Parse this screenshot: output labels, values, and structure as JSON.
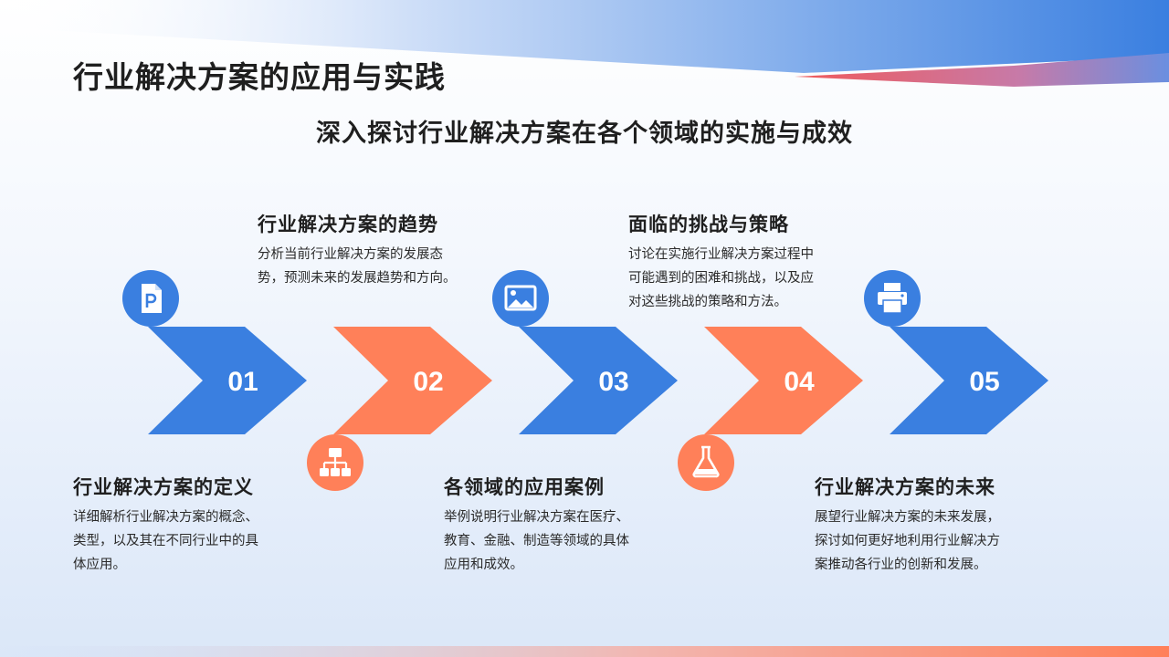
{
  "title": "行业解决方案的应用与实践",
  "subtitle": "深入探讨行业解决方案在各个领域的实施与成效",
  "colors": {
    "blue": "#3a7fe0",
    "orange": "#ff8059",
    "text": "#1f1f1f"
  },
  "steps": [
    {
      "number": "01",
      "color": "blue",
      "icon": "presentation-file-icon",
      "heading": "行业解决方案的定义",
      "lines": [
        "详细解析行业解决方案的概念、",
        "类型，以及其在不同行业中的具",
        "体应用。"
      ]
    },
    {
      "number": "02",
      "color": "orange",
      "icon": "hierarchy-icon",
      "heading": "行业解决方案的趋势",
      "lines": [
        "分析当前行业解决方案的发展态",
        "势，预测未来的发展趋势和方向。"
      ]
    },
    {
      "number": "03",
      "color": "blue",
      "icon": "image-icon",
      "heading": "各领域的应用案例",
      "lines": [
        "举例说明行业解决方案在医疗、",
        "教育、金融、制造等领域的具体",
        "应用和成效。"
      ]
    },
    {
      "number": "04",
      "color": "orange",
      "icon": "flask-icon",
      "heading": "面临的挑战与策略",
      "lines": [
        "讨论在实施行业解决方案过程中",
        "可能遇到的困难和挑战，以及应",
        "对这些挑战的策略和方法。"
      ]
    },
    {
      "number": "05",
      "color": "blue",
      "icon": "printer-icon",
      "heading": "行业解决方案的未来",
      "lines": [
        "展望行业解决方案的未来发展，",
        "探讨如何更好地利用行业解决方",
        "案推动各行业的创新和发展。"
      ]
    }
  ]
}
